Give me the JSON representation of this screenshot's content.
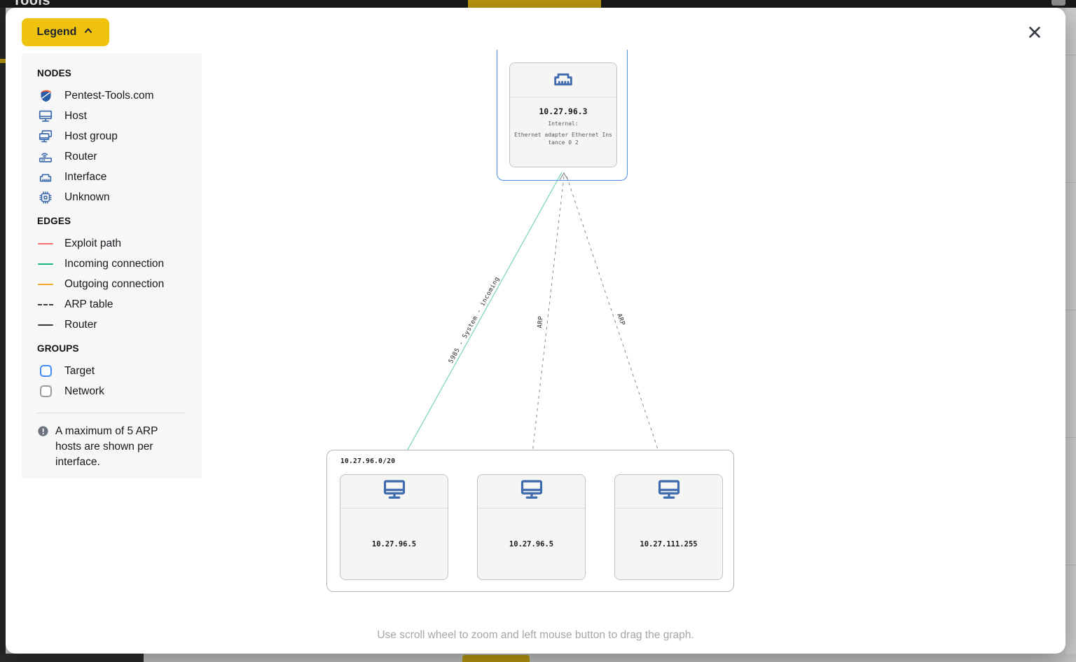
{
  "background": {
    "app_title": "Tools"
  },
  "legend": {
    "button_label": "Legend",
    "nodes_title": "NODES",
    "edges_title": "EDGES",
    "groups_title": "GROUPS",
    "nodes": [
      {
        "icon": "pentest-tools-logo",
        "label": "Pentest-Tools.com"
      },
      {
        "icon": "host-icon",
        "label": "Host"
      },
      {
        "icon": "host-group-icon",
        "label": "Host group"
      },
      {
        "icon": "router-icon",
        "label": "Router"
      },
      {
        "icon": "interface-icon",
        "label": "Interface"
      },
      {
        "icon": "unknown-chip-icon",
        "label": "Unknown"
      }
    ],
    "edges": [
      {
        "label": "Exploit path",
        "color": "#f26d6d",
        "dashed": false
      },
      {
        "label": "Incoming connection",
        "color": "#14b87d",
        "dashed": false
      },
      {
        "label": "Outgoing connection",
        "color": "#f5a623",
        "dashed": false
      },
      {
        "label": "ARP table",
        "color": "#3a3a3a",
        "dashed": true
      },
      {
        "label": "Router",
        "color": "#3a3a3a",
        "dashed": false
      }
    ],
    "groups": [
      {
        "label": "Target",
        "color": "#3f8cf3"
      },
      {
        "label": "Network",
        "color": "#9b9b9b"
      }
    ],
    "note": "A maximum of 5 ARP hosts are shown per interface."
  },
  "graph": {
    "interface_node": {
      "ip": "10.27.96.3",
      "desc_line1": "Internal:",
      "desc_line2": "Ethernet adapter Ethernet Instance 0 2"
    },
    "edge_labels": {
      "incoming": "5985 - System - incoming",
      "arp_left": "ARP",
      "arp_right": "ARP"
    },
    "network_group": {
      "label": "10.27.96.0/20",
      "hosts": [
        {
          "ip": "10.27.96.5"
        },
        {
          "ip": "10.27.96.5"
        },
        {
          "ip": "10.27.111.255"
        }
      ]
    }
  },
  "hint": "Use scroll wheel to zoom and left mouse button to drag the graph.",
  "colors": {
    "accent_yellow": "#eec20d",
    "node_blue": "#3d6bad",
    "target_blue": "#4a90e2",
    "incoming_edge": "#7fd9b6",
    "arp_edge": "#8a8a8a"
  }
}
